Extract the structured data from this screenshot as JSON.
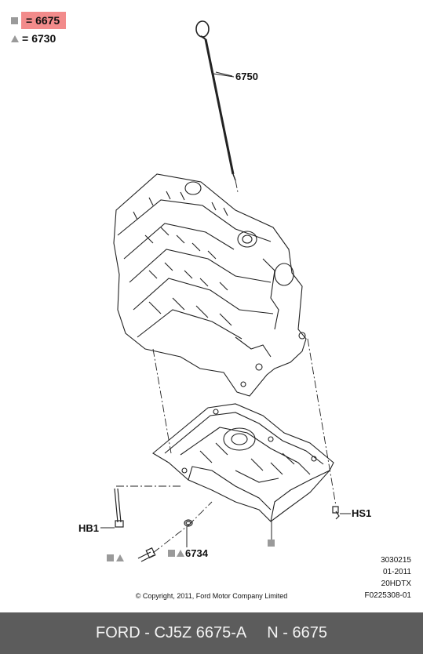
{
  "legend": [
    {
      "symbol": "square-icon",
      "eq": "=",
      "part": "6675",
      "highlighted": true
    },
    {
      "symbol": "triangle-icon",
      "eq": "=",
      "part": "6730",
      "highlighted": false
    }
  ],
  "callouts": {
    "dipstick": "6750",
    "hs1": "HS1",
    "hb1": "HB1",
    "gasket": "6734"
  },
  "meta": [
    "3030215",
    "01-2011",
    "20HDTX",
    "F0225308-01"
  ],
  "copyright": "© Copyright, 2011, Ford Motor Company Limited",
  "footer": {
    "brand": "FORD",
    "sep1": " - ",
    "part_number": "CJ5Z 6675-A",
    "sep2": "N - ",
    "code": "6675"
  },
  "colors": {
    "highlight": "#f28b8b",
    "symbol": "#9a9a9a",
    "footer_bg": "#5c5c5c"
  }
}
